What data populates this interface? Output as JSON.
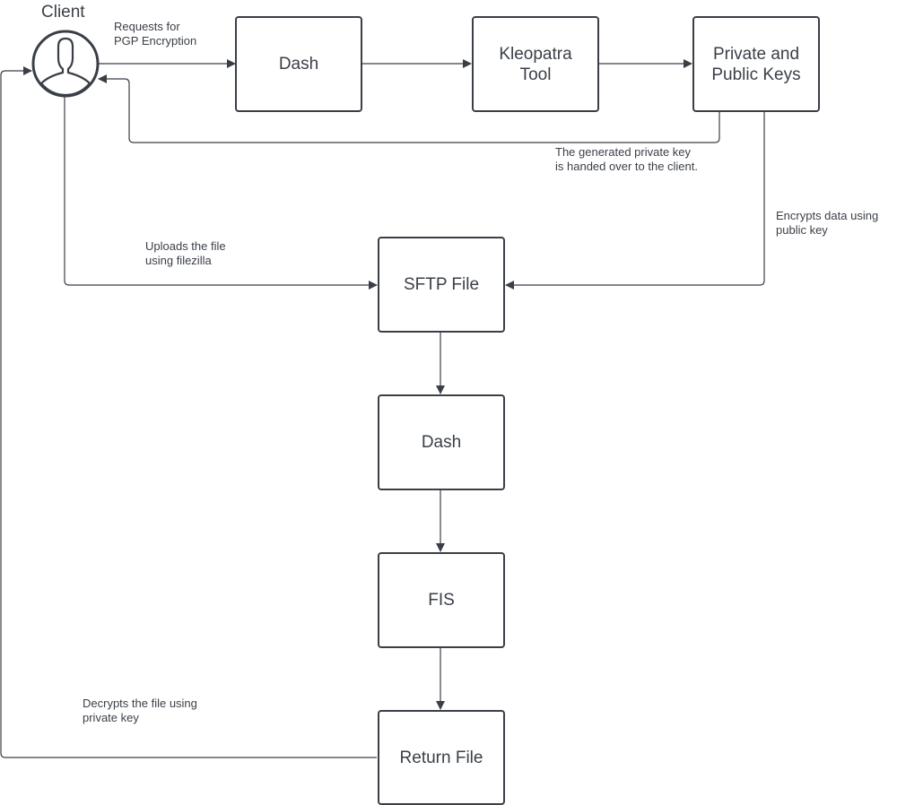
{
  "client": {
    "label": "Client",
    "icon": "user-icon"
  },
  "nodes": {
    "dash_top": "Dash",
    "kleopatra": "Kleopatra\nTool",
    "keys": "Private and\nPublic Keys",
    "sftp": "SFTP File",
    "dash_mid": "Dash",
    "fis": "FIS",
    "return_file": "Return File"
  },
  "notes": {
    "requests": "Requests for\nPGP Encryption",
    "private_key_handover": "The generated private key\nis handed over to the client.",
    "encrypts": "Encrypts data using\npublic key",
    "uploads": "Uploads the file\nusing filezilla",
    "decrypts": "Decrypts the file using\nprivate key"
  },
  "colors": {
    "stroke": "#3a3f47",
    "background": "#ffffff"
  }
}
